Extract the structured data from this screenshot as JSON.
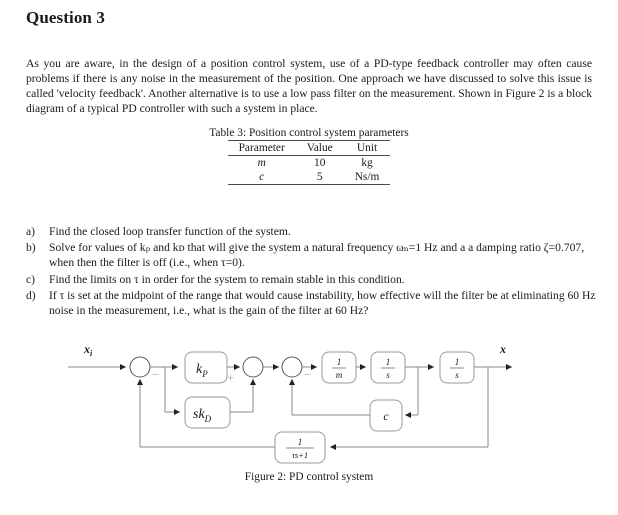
{
  "document": {
    "heading": "Question 3",
    "intro": "As you are aware, in the design of a position control system, use of a PD-type feedback controller may often cause problems if there is any noise in the measurement of the position. One approach we have discussed to solve this issue is called 'velocity feedback'. Another alternative is to use a low pass filter on the measurement. Shown in Figure 2 is a block diagram of a typical PD controller with such a system in place."
  },
  "table": {
    "caption": "Table 3: Position control system parameters",
    "columns": [
      "Parameter",
      "Value",
      "Unit"
    ],
    "rows": [
      {
        "parameter": "m",
        "value": "10",
        "unit": "kg"
      },
      {
        "parameter": "c",
        "value": "5",
        "unit": "Ns/m"
      }
    ]
  },
  "questions": [
    {
      "marker": "a)",
      "text": "Find the closed loop transfer function of the system."
    },
    {
      "marker": "b)",
      "text": "Solve for values of kₚ and kᴅ that will give the system a natural frequency ωₙ=1 Hz and a a damping ratio ζ=0.707, when then the filter is off (i.e., when τ=0)."
    },
    {
      "marker": "c)",
      "text": "Find the limits on τ in order for the system to remain stable in this condition."
    },
    {
      "marker": "d)",
      "text": "If τ is set at the midpoint of the range that would cause instability, how effective will the filter be at eliminating 60 Hz noise in the measurement, i.e., what is the gain of the filter at 60 Hz?"
    }
  ],
  "figure": {
    "caption": "Figure 2: PD control system",
    "input_label": "x",
    "input_label_sub": "i",
    "output_label": "x",
    "blocks": {
      "kp": {
        "main": "k",
        "sub": "P"
      },
      "skd": {
        "main": "sk",
        "sub": "D"
      },
      "inv_m": {
        "num": "1",
        "den": "m"
      },
      "integrator1": {
        "num": "1",
        "den": "s"
      },
      "integrator2": {
        "num": "1",
        "den": "s"
      },
      "damping": {
        "label": "c"
      },
      "filter": {
        "num": "1",
        "den": "τs+1"
      }
    },
    "signs": {
      "junction1": "−",
      "junction2": "+",
      "junction3": "−"
    }
  }
}
